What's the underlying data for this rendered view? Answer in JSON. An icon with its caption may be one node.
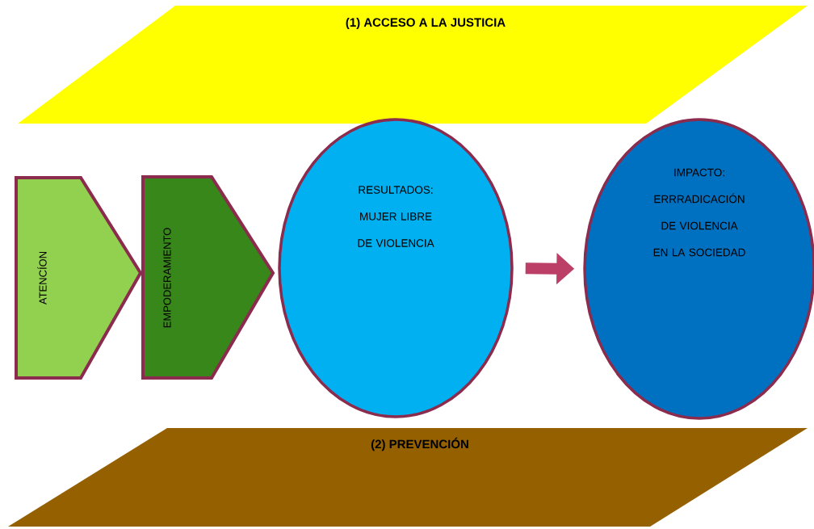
{
  "diagram": {
    "nodes": [
      {
        "text": [
          "(1) ACCESO A LA JUSTICIA"
        ]
      },
      {
        "text": [
          "ATENCÍON"
        ]
      },
      {
        "text": [
          "EMPODERAMIENTO"
        ]
      },
      {
        "text": [
          "RESULTADOS: MUJER LIBRE DE VIOLENCIA"
        ]
      },
      {
        "text": [
          "IMPACTO: ERRRADICACIÓN DE VIOLENCIA EN LA SOCIEDAD"
        ]
      },
      {
        "text": [
          "(2) PREVENCIÓN"
        ]
      }
    ],
    "edges": [
      {
        "from": 3,
        "to": 4,
        "arrow": "to",
        "color": "#bb3f66"
      }
    ]
  }
}
